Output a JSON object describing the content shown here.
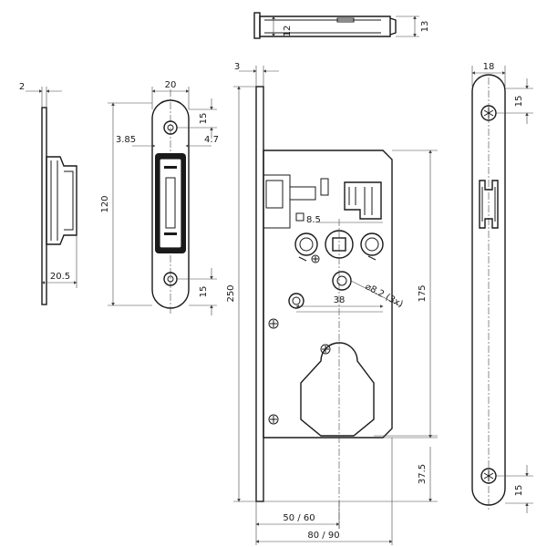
{
  "labels": {
    "top_view_height": "12",
    "top_view_depth": "13",
    "side_thickness": "2",
    "side_depth": "20.5",
    "strike_width": "20",
    "strike_offset_left": "3.85",
    "strike_offset_right": "4.7",
    "strike_top_hole": "15",
    "strike_bottom_hole": "15",
    "strike_height": "120",
    "lock_front_thickness": "3",
    "lock_height": "250",
    "lock_center_distance": "175",
    "lock_spindle": "8.5",
    "lock_screw_holes": "⌀8.2 (3x)",
    "lock_hole_spacing": "38",
    "lock_bottom_offset": "37.5",
    "lock_backset": "50 / 60",
    "lock_case_depth": "80 / 90",
    "faceplate_width": "18",
    "faceplate_top_hole": "15",
    "faceplate_bottom_hole": "15"
  }
}
